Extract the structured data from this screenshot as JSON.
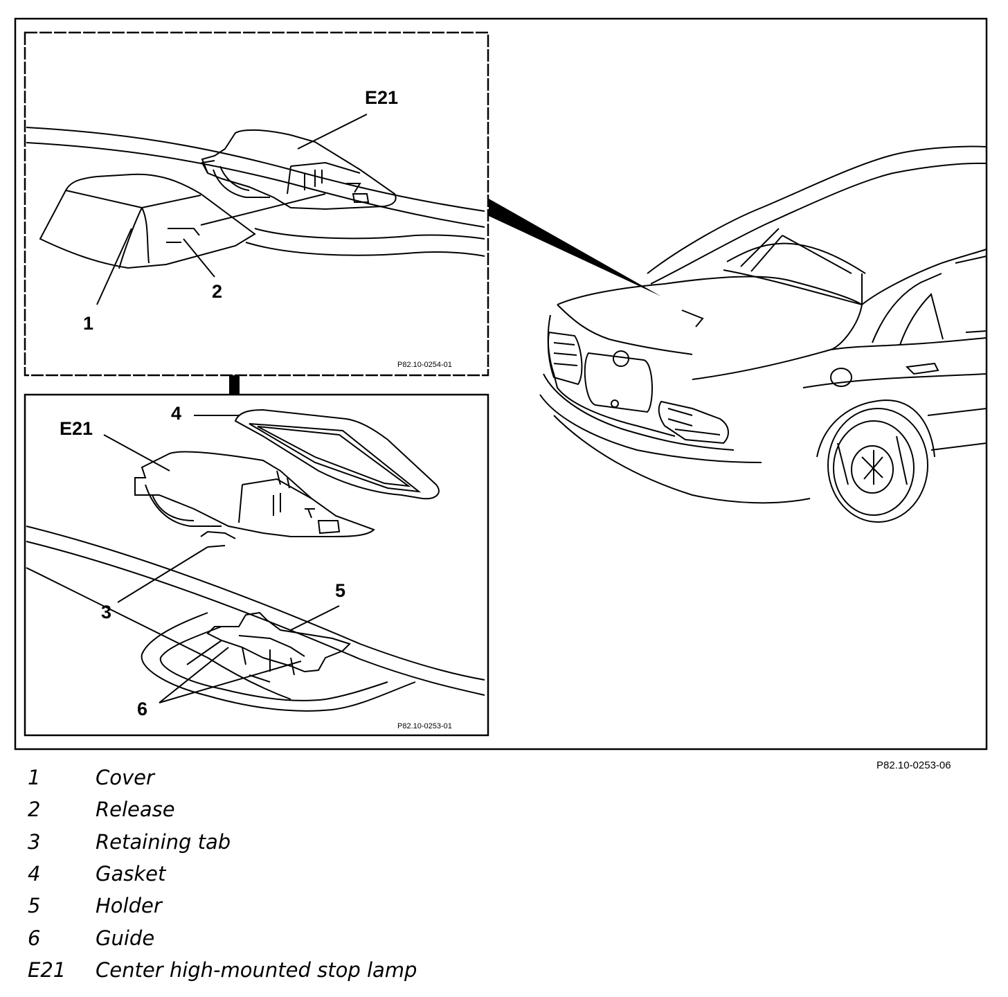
{
  "callouts": {
    "top_e21": "E21",
    "top_1": "1",
    "top_2": "2",
    "bottom_e21": "E21",
    "bottom_3": "3",
    "bottom_4": "4",
    "bottom_5": "5",
    "bottom_6": "6"
  },
  "panel_codes": {
    "top": "P82.10-0254-01",
    "bottom": "P82.10-0253-01"
  },
  "figure_code": "P82.10-0253-06",
  "legend": [
    {
      "key": "1",
      "label": "Cover"
    },
    {
      "key": "2",
      "label": "Release"
    },
    {
      "key": "3",
      "label": "Retaining tab"
    },
    {
      "key": "4",
      "label": "Gasket"
    },
    {
      "key": "5",
      "label": "Holder"
    },
    {
      "key": "6",
      "label": "Guide"
    },
    {
      "key": "E21",
      "label": "Center high-mounted stop lamp"
    }
  ]
}
